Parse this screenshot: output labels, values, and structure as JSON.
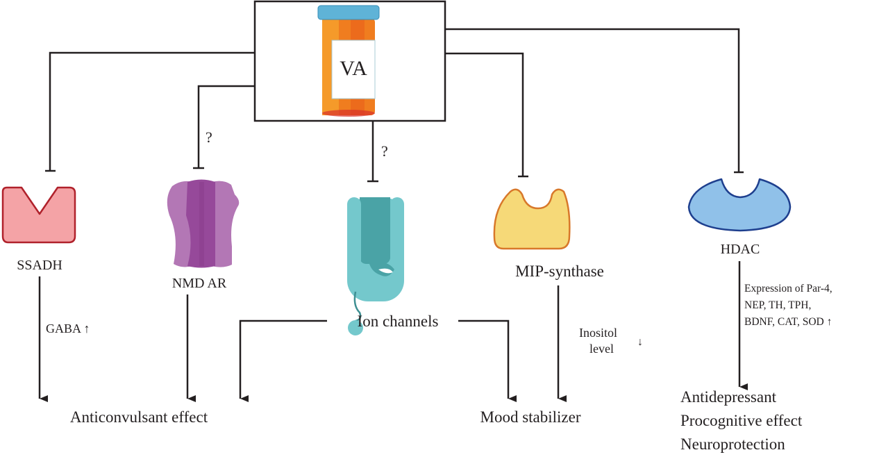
{
  "drug": {
    "label": "VA",
    "icon": "pill-bottle-icon"
  },
  "targets": [
    {
      "id": "ssadh",
      "label": "SSADH",
      "icon": "ssadh-enzyme-icon",
      "uncertain": false
    },
    {
      "id": "nmdar",
      "label": "NMD AR",
      "icon": "nmda-receptor-icon",
      "uncertain": true,
      "uncertain_mark": "?"
    },
    {
      "id": "ion",
      "label": "Ion channels",
      "icon": "ion-channel-icon",
      "uncertain": true,
      "uncertain_mark": "?"
    },
    {
      "id": "mip",
      "label": "MIP-synthase",
      "icon": "mip-synthase-enzyme-icon",
      "uncertain": false
    },
    {
      "id": "hdac",
      "label": "HDAC",
      "icon": "hdac-enzyme-icon",
      "uncertain": false
    }
  ],
  "mediators": {
    "gaba": "GABA ↑",
    "inositol_line1": "Inositol",
    "inositol_line2": "level",
    "inositol_arrow": "↓",
    "expression_line1": "Expression of Par-4,",
    "expression_line2": "NEP, TH, TPH,",
    "expression_line3": "BDNF, CAT, SOD ↑"
  },
  "outcomes": {
    "anticonvulsant": "Anticonvulsant effect",
    "mood": "Mood stabilizer",
    "hdac_effects": [
      "Antidepressant",
      "Procognitive effect",
      "Neuroprotection"
    ]
  },
  "colors": {
    "line": "#231f20",
    "ssadh_fill": "#f4a3a6",
    "ssadh_stroke": "#b0212b",
    "nmdar_light": "#b377b5",
    "nmdar_dark": "#96499a",
    "ion_light": "#74c8cc",
    "ion_dark": "#4aa3a6",
    "mip_fill": "#f6d978",
    "mip_stroke": "#d8782a",
    "hdac_fill": "#90c1e9",
    "hdac_stroke": "#1e3f8e",
    "bottle_orange": "#f07d1f",
    "bottle_cap": "#5fb3d7"
  }
}
